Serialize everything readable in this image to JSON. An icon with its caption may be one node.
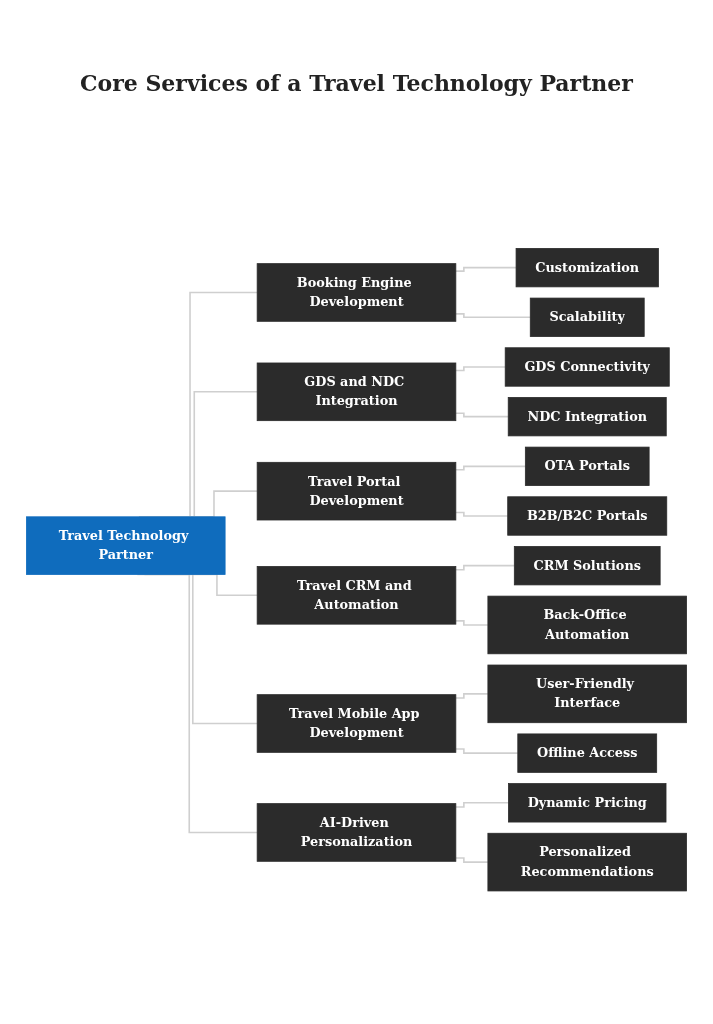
{
  "diagram": {
    "title": "Core Services of a Travel Technology Partner",
    "nodes": [
      {
        "text": [
          "Travel Technology Partner"
        ]
      },
      {
        "text": [
          "Booking Engine Development"
        ]
      },
      {
        "text": [
          "Customization"
        ]
      },
      {
        "text": [
          "Scalability"
        ]
      },
      {
        "text": [
          "GDS and NDC Integration"
        ]
      },
      {
        "text": [
          "GDS Connectivity"
        ]
      },
      {
        "text": [
          "NDC Integration"
        ]
      },
      {
        "text": [
          "Travel Portal Development"
        ]
      },
      {
        "text": [
          "OTA Portals"
        ]
      },
      {
        "text": [
          "B2B/B2C Portals"
        ]
      },
      {
        "text": [
          "Travel CRM and Automation"
        ]
      },
      {
        "text": [
          "CRM Solutions"
        ]
      },
      {
        "text": [
          "Back-Office Automation"
        ]
      },
      {
        "text": [
          "Travel Mobile App Development"
        ]
      },
      {
        "text": [
          "User-Friendly Interface"
        ]
      },
      {
        "text": [
          "Offline Access"
        ]
      },
      {
        "text": [
          "AI-Driven Personalization"
        ]
      },
      {
        "text": [
          "Dynamic Pricing"
        ]
      },
      {
        "text": [
          "Personalized Recommendations"
        ]
      }
    ],
    "edges": [
      {
        "from": 0,
        "to": 1,
        "arrow": "none"
      },
      {
        "from": 1,
        "to": 2,
        "arrow": "none"
      },
      {
        "from": 1,
        "to": 3,
        "arrow": "none"
      },
      {
        "from": 0,
        "to": 4,
        "arrow": "none"
      },
      {
        "from": 4,
        "to": 5,
        "arrow": "none"
      },
      {
        "from": 4,
        "to": 6,
        "arrow": "none"
      },
      {
        "from": 0,
        "to": 7,
        "arrow": "none"
      },
      {
        "from": 7,
        "to": 8,
        "arrow": "none"
      },
      {
        "from": 7,
        "to": 9,
        "arrow": "none"
      },
      {
        "from": 0,
        "to": 10,
        "arrow": "none"
      },
      {
        "from": 10,
        "to": 11,
        "arrow": "none"
      },
      {
        "from": 10,
        "to": 12,
        "arrow": "none"
      },
      {
        "from": 0,
        "to": 13,
        "arrow": "none"
      },
      {
        "from": 13,
        "to": 14,
        "arrow": "none"
      },
      {
        "from": 13,
        "to": 15,
        "arrow": "none"
      },
      {
        "from": 0,
        "to": 16,
        "arrow": "none"
      },
      {
        "from": 16,
        "to": 17,
        "arrow": "none"
      },
      {
        "from": 16,
        "to": 18,
        "arrow": "none"
      }
    ]
  }
}
